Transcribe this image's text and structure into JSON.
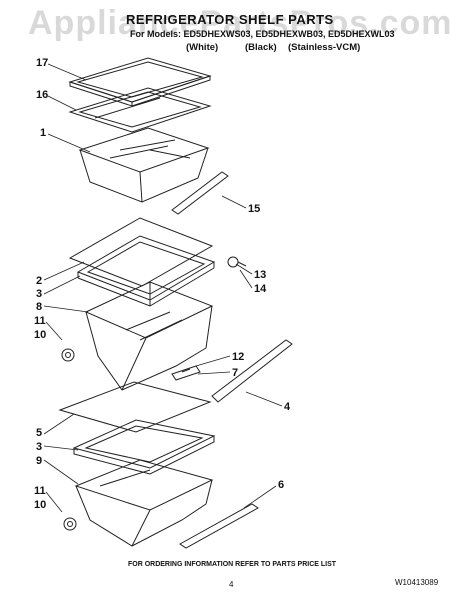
{
  "watermark": "AppliancePartsPros.com",
  "header": {
    "title": "REFRIGERATOR SHELF PARTS",
    "models": "For Models: ED5DHEXWS03, ED5DHEXWB03, ED5DHEXWL03",
    "variants": [
      "(White)",
      "(Black)",
      "(Stainless-VCM)"
    ]
  },
  "callouts": [
    {
      "id": "17a",
      "label": "17"
    },
    {
      "id": "16a",
      "label": "16"
    },
    {
      "id": "1a",
      "label": "1"
    },
    {
      "id": "15a",
      "label": "15"
    },
    {
      "id": "2a",
      "label": "2"
    },
    {
      "id": "3a",
      "label": "3"
    },
    {
      "id": "8a",
      "label": "8"
    },
    {
      "id": "11a",
      "label": "11"
    },
    {
      "id": "10a",
      "label": "10"
    },
    {
      "id": "13a",
      "label": "13"
    },
    {
      "id": "14a",
      "label": "14"
    },
    {
      "id": "12a",
      "label": "12"
    },
    {
      "id": "7a",
      "label": "7"
    },
    {
      "id": "4a",
      "label": "4"
    },
    {
      "id": "5a",
      "label": "5"
    },
    {
      "id": "3b",
      "label": "3"
    },
    {
      "id": "9a",
      "label": "9"
    },
    {
      "id": "6a",
      "label": "6"
    },
    {
      "id": "11b",
      "label": "11"
    },
    {
      "id": "10b",
      "label": "10"
    }
  ],
  "footer": {
    "note": "FOR ORDERING INFORMATION REFER TO PARTS PRICE LIST",
    "page": "4",
    "doc_number": "W10413089"
  }
}
